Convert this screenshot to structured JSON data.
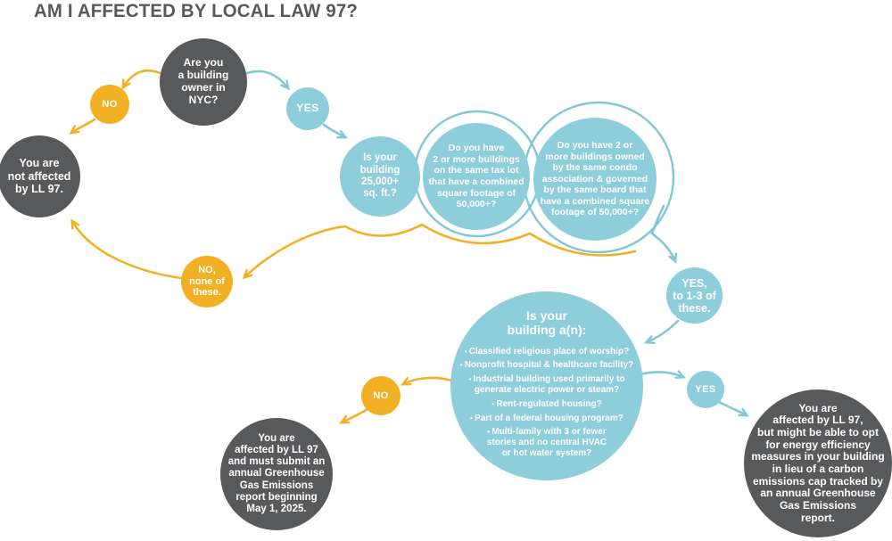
{
  "title": "AM I AFFECTED BY LOCAL LAW 97?",
  "colors": {
    "dark_gray": "#58595b",
    "teal_blue_fill": "#8ecedb",
    "teal_blue_stroke": "#82c7d6",
    "yellow": "#f2b124",
    "text_on_circles": "#ffffff"
  },
  "nodes": {
    "owner": {
      "text": "Are you\na building\nowner in\nNYC?"
    },
    "no1": {
      "label": "NO"
    },
    "yes1": {
      "label": "YES"
    },
    "not_affected": {
      "text": "You are\nnot affected\nby LL 97."
    },
    "q1": {
      "text": "Is your\nbuilding\n25,000+\nsq. ft.?"
    },
    "q2": {
      "text": "Do you have\n2 or more buildings\non the same tax lot\nthat have a combined\nsquare footage of\n50,000+?"
    },
    "q3": {
      "text": "Do you have 2 or\nmore buildings owned\nby the same condo\nassociation & governed\nby the same board that\nhave a combined square\nfootage of 50,000+?"
    },
    "no_none": {
      "text": "NO,\nnone of\nthese."
    },
    "yes_13": {
      "text": "YES,\nto 1-3 of\nthese."
    },
    "building_type": {
      "header": "Is your\nbuilding a(n):",
      "bullets": [
        "Classified religious place of worship?",
        "Nonprofit hospital & healthcare facility?",
        "Industrial building used primarily to\ngenerate electric power or steam?",
        "Rent-regulated housing?",
        "Part of a federal housing program?",
        "Multi-family with 3 or fewer\nstories and no central HVAC\nor hot water system?"
      ]
    },
    "no2": {
      "label": "NO"
    },
    "yes2": {
      "label": "YES"
    },
    "affected_report": {
      "text": "You are\naffected by LL 97\nand must submit an\nannual Greenhouse\nGas Emissions\nreport beginning\nMay 1, 2025."
    },
    "affected_opt": {
      "text": "You are\naffected by LL 97,\nbut might be able to opt\nfor energy efficiency\nmeasures in your building\nin lieu of a carbon\nemissions cap tracked by\nan annual Greenhouse\nGas Emissions\nreport."
    }
  }
}
